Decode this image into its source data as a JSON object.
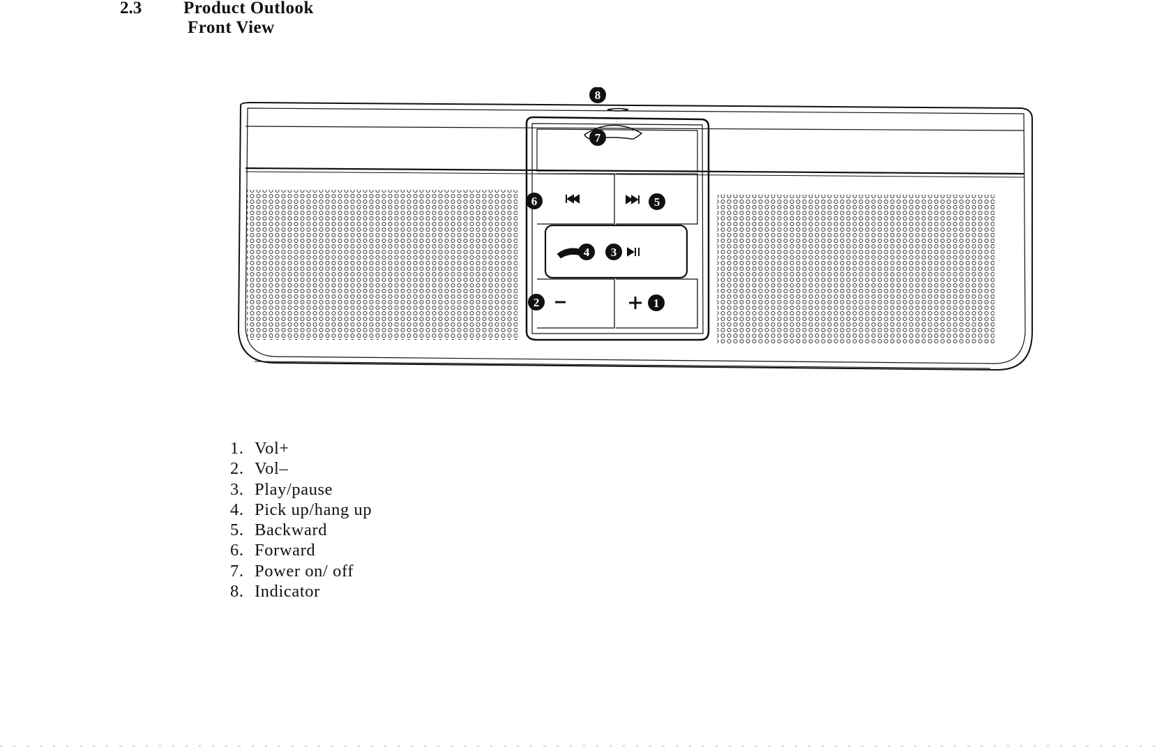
{
  "section": {
    "number": "2.3",
    "title": "Product Outlook",
    "subtitle": "Front View"
  },
  "callouts": [
    "1",
    "2",
    "3",
    "4",
    "5",
    "6",
    "7",
    "8"
  ],
  "legend": [
    {
      "num": "1.",
      "label": "Vol+"
    },
    {
      "num": "2.",
      "label": "Vol–"
    },
    {
      "num": "3.",
      "label": "Play/pause"
    },
    {
      "num": "4.",
      "label": "Pick up/hang up"
    },
    {
      "num": "5.",
      "label": "Backward"
    },
    {
      "num": "6.",
      "label": "Forward"
    },
    {
      "num": "7.",
      "label": "Power  on/ off"
    },
    {
      "num": "8.",
      "label": "Indicator"
    }
  ],
  "icons": {
    "vol_up": "plus-icon",
    "vol_down": "minus-icon",
    "play_pause": "play-pause-icon",
    "pick_up": "handset-icon",
    "backward": "skip-forward-icon",
    "forward": "skip-back-icon",
    "power": "power-key-icon",
    "indicator": "indicator-light-icon"
  }
}
